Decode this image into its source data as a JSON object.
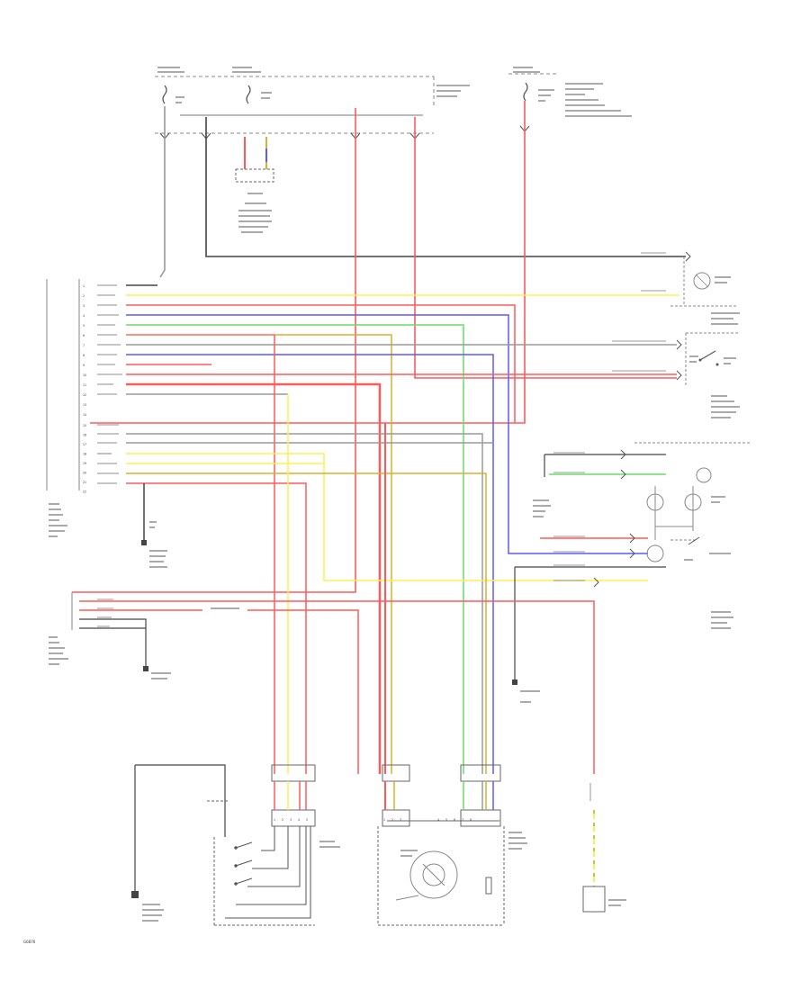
{
  "figure_code": "G6876",
  "wire_colors": {
    "black": "#444444",
    "gray": "#9a9a9a",
    "red": "#ff5a5a",
    "yellow": "#ffee55",
    "blue": "#5a5aff",
    "green": "#66dd66",
    "orange": "#d8b030"
  },
  "module_pins_top": [
    "1",
    "2",
    "3",
    "4",
    "5",
    "6",
    "7",
    "8",
    "9",
    "10",
    "11",
    "12",
    "13",
    "14"
  ],
  "module_pins_bottom": [
    "15",
    "16",
    "17",
    "18",
    "19",
    "20",
    "21",
    "22"
  ],
  "relay_pins": [
    "1",
    "2",
    "3",
    "4",
    "5"
  ],
  "sensor_pins": [
    "1",
    "2",
    "3",
    "4",
    "5",
    "6",
    "7",
    "8"
  ]
}
